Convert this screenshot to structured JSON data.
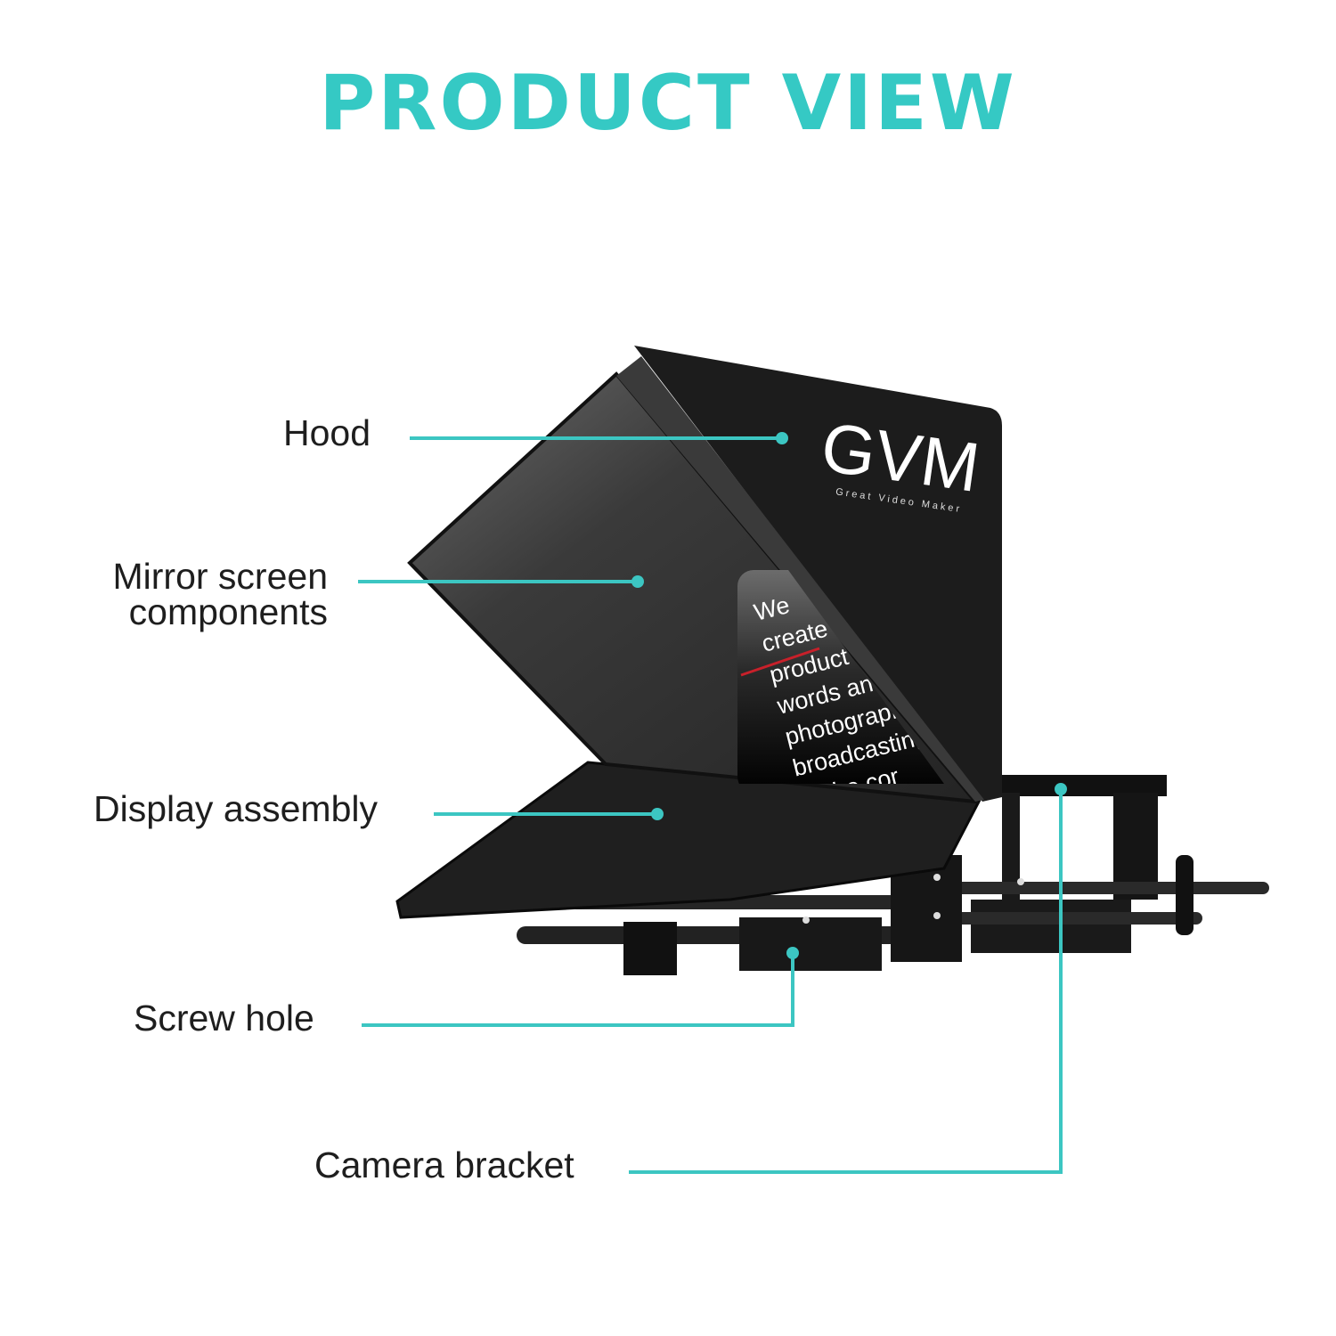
{
  "title": "PRODUCT VIEW",
  "colors": {
    "accent": "#35c9c4",
    "device": "#1c1c1c",
    "label_text": "#1e1e1e"
  },
  "labels": {
    "hood": "Hood",
    "mirror_line1": "Mirror screen",
    "mirror_line2": "components",
    "display": "Display assembly",
    "screw_hole": "Screw hole",
    "camera_bracket": "Camera bracket"
  },
  "logo": {
    "brand": "GVM",
    "tagline": "Great Video Maker"
  },
  "prompter_text": [
    "We",
    "create",
    "product",
    "words and",
    "photography/",
    "broadcasting mo",
    "at the cor"
  ]
}
